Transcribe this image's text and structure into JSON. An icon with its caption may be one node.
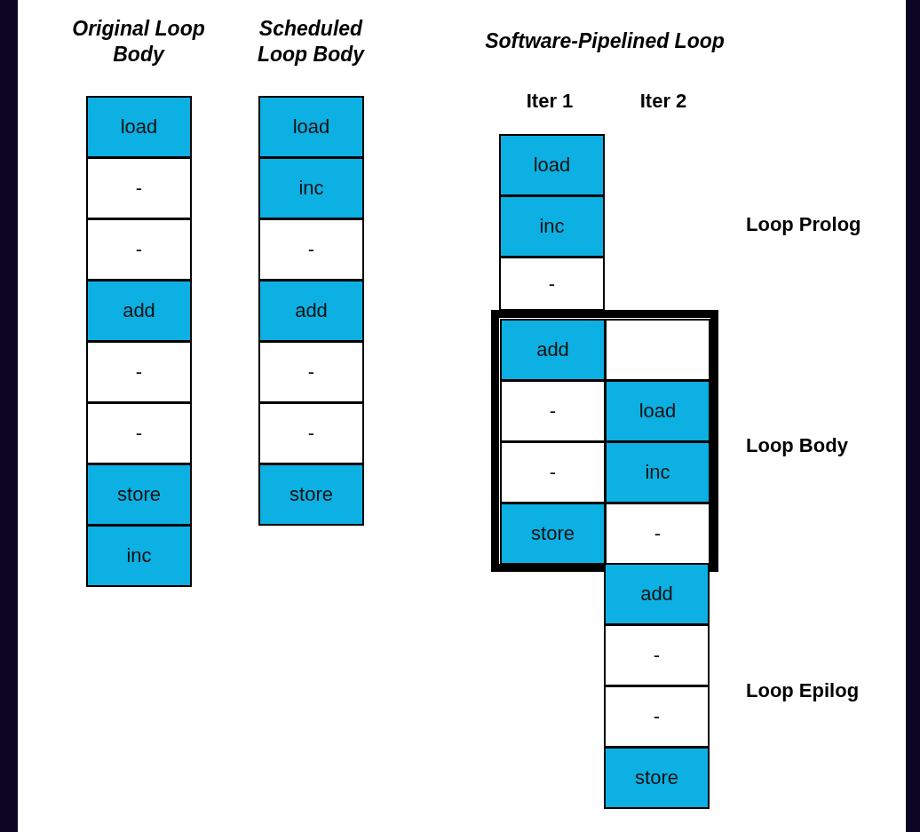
{
  "diagram": {
    "nodes": [
      {
        "text": [
          "load"
        ]
      },
      {
        "text": [
          "-"
        ]
      },
      {
        "text": [
          "-"
        ]
      },
      {
        "text": [
          "add"
        ]
      },
      {
        "text": [
          "-"
        ]
      },
      {
        "text": [
          "-"
        ]
      },
      {
        "text": [
          "store"
        ]
      },
      {
        "text": [
          "inc"
        ]
      },
      {
        "text": [
          "load"
        ]
      },
      {
        "text": [
          "inc"
        ]
      },
      {
        "text": [
          "-"
        ]
      },
      {
        "text": [
          "add"
        ]
      },
      {
        "text": [
          "-"
        ]
      },
      {
        "text": [
          "-"
        ]
      },
      {
        "text": [
          "store"
        ]
      },
      {
        "text": [
          "load"
        ]
      },
      {
        "text": [
          "inc"
        ]
      },
      {
        "text": [
          "-"
        ]
      },
      {
        "text": [],
        "shape": "box"
      },
      {
        "text": [
          "add"
        ],
        "in": 18
      },
      {
        "text": [],
        "shape": "box",
        "in": 18
      },
      {
        "text": [
          "-"
        ],
        "in": 18
      },
      {
        "text": [
          "load"
        ],
        "in": 18
      },
      {
        "text": [
          "-"
        ],
        "in": 18
      },
      {
        "text": [
          "inc"
        ],
        "in": 18
      },
      {
        "text": [
          "store"
        ],
        "in": 18
      },
      {
        "text": [
          "-"
        ],
        "in": 18
      },
      {
        "text": [
          "add"
        ]
      },
      {
        "text": [
          "-"
        ]
      },
      {
        "text": [
          "-"
        ]
      },
      {
        "text": [
          "store"
        ]
      }
    ],
    "labels": [
      "Original Loop Body",
      "Scheduled Loop Body",
      "Software-Pipelined Loop",
      "Iter 1",
      "Iter 2",
      "Loop Prolog",
      "Loop Body",
      "Loop Epilog"
    ]
  }
}
